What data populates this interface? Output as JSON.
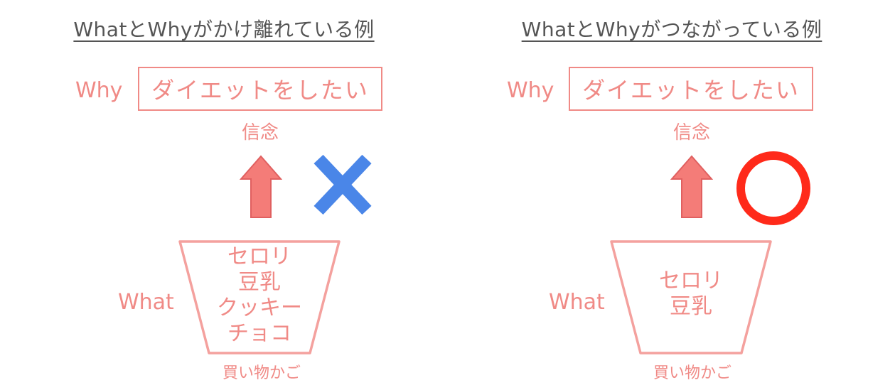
{
  "left": {
    "title": "WhatとWhyがかけ離れている例",
    "why_label": "Why",
    "why_box": "ダイエットをしたい",
    "belief": "信念",
    "mark": "cross-icon",
    "items": [
      "セロリ",
      "豆乳",
      "クッキー",
      "チョコ"
    ],
    "what_label": "What",
    "basket": "買い物かご"
  },
  "right": {
    "title": "WhatとWhyがつながっている例",
    "why_label": "Why",
    "why_box": "ダイエットをしたい",
    "belief": "信念",
    "mark": "circle-icon",
    "items": [
      "セロリ",
      "豆乳"
    ],
    "what_label": "What",
    "basket": "買い物かご"
  },
  "colors": {
    "accent": "#f08a86",
    "arrow_fill": "#f47c78",
    "arrow_stroke": "#e06060",
    "cross": "#4a86e8",
    "circle": "#ff2a1a",
    "title": "#555555"
  }
}
